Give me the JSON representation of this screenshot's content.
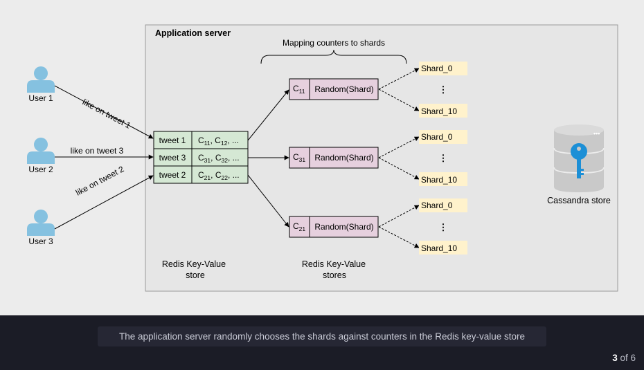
{
  "diagram": {
    "app_server_title": "Application server",
    "mapping_label": "Mapping counters to shards",
    "users": [
      {
        "label": "User 1"
      },
      {
        "label": "User 2"
      },
      {
        "label": "User 3"
      }
    ],
    "edges": [
      "like on tweet 1",
      "like on tweet 3",
      "like on tweet 2"
    ],
    "kv_table": [
      {
        "key": "tweet 1",
        "c1": "C",
        "s1": "11",
        "c2": "C",
        "s2": "12",
        "tail": ", ..."
      },
      {
        "key": "tweet 3",
        "c1": "C",
        "s1": "31",
        "c2": "C",
        "s2": "32",
        "tail": ", ..."
      },
      {
        "key": "tweet 2",
        "c1": "C",
        "s1": "21",
        "c2": "C",
        "s2": "22",
        "tail": ", ..."
      }
    ],
    "counter_stores": [
      {
        "counter": "C",
        "sub": "11",
        "func": "Random(Shard)",
        "shard_top": "Shard_0",
        "dots": "⋮",
        "shard_bottom": "Shard_10"
      },
      {
        "counter": "C",
        "sub": "31",
        "func": "Random(Shard)",
        "shard_top": "Shard_0",
        "dots": "⋮",
        "shard_bottom": "Shard_10"
      },
      {
        "counter": "C",
        "sub": "21",
        "func": "Random(Shard)",
        "shard_top": "Shard_0",
        "dots": "⋮",
        "shard_bottom": "Shard_10"
      }
    ],
    "redis_kv_label_line1": "Redis Key-Value",
    "redis_kv_label_line2": "store",
    "redis_stores_label_line1": "Redis Key-Value",
    "redis_stores_label_line2": "stores",
    "cassandra_label": "Cassandra store",
    "colors": {
      "user": "#85c1e0",
      "kv_fill": "#d5e8d4",
      "counter_fill": "#e6d0de",
      "shard_fill": "#fff2cc",
      "db": "#c9c9c9",
      "key": "#1c8fd6"
    }
  },
  "footer": {
    "caption": "The application server randomly chooses the shards against counters in the Redis key-value store",
    "page_current": "3",
    "page_sep": " of ",
    "page_total": "6"
  }
}
